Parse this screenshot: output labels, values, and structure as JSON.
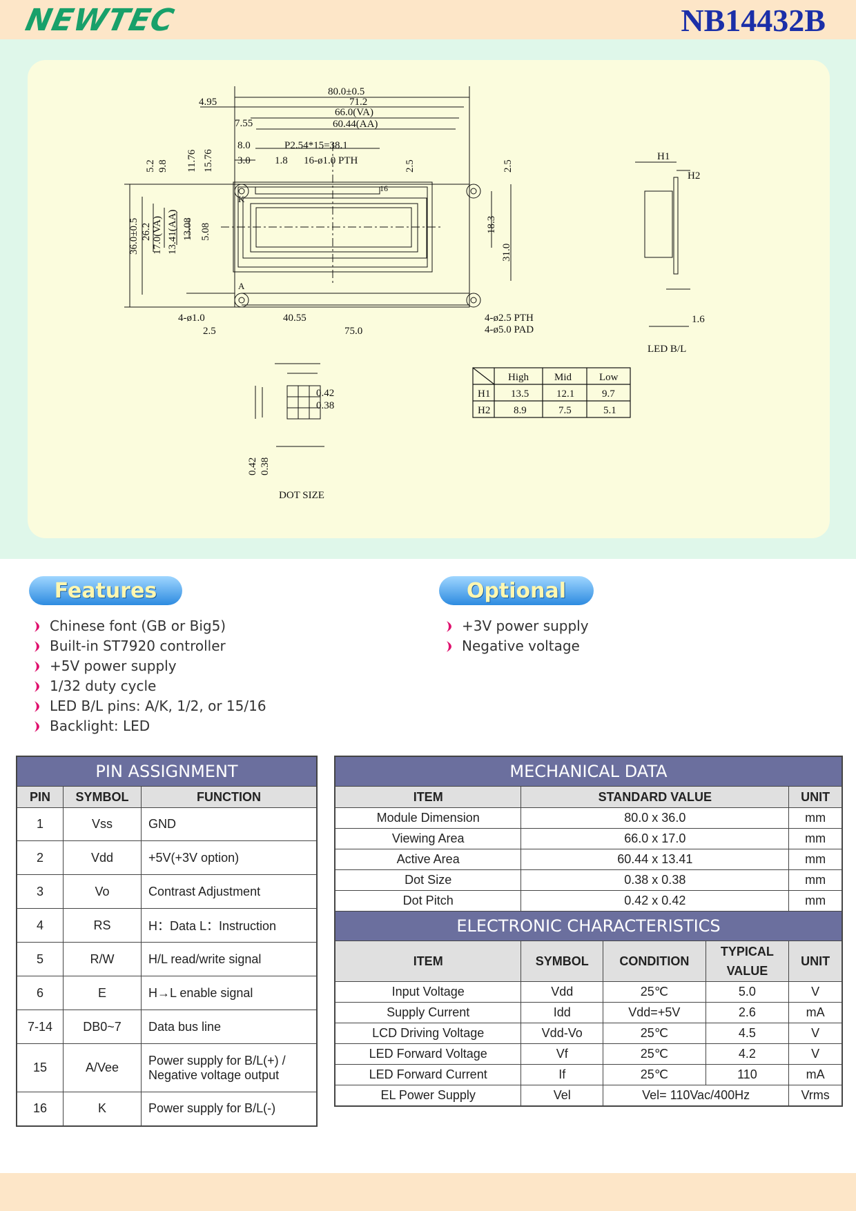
{
  "header": {
    "logo": "NEWTEC",
    "model": "NB14432B"
  },
  "drawing": {
    "dims": {
      "overall_w": "80.0±0.5",
      "w_712": "71.2",
      "va_w": "66.0(VA)",
      "aa_w": "60.44(AA)",
      "d495": "4.95",
      "d755": "7.55",
      "d80": "8.0",
      "pitch": "P2.54*15=38.1",
      "d30": "3.0",
      "d18": "1.8",
      "pth16": "16-ø1.0 PTH",
      "d25a": "2.5",
      "d25b": "2.5",
      "d52": "5.2",
      "d98": "9.8",
      "d1176": "11.76",
      "d1576": "15.76",
      "overall_h": "36.0±0.5",
      "d262": "26.2",
      "va_h": "17.0(VA)",
      "aa_h": "13.41(AA)",
      "d1308": "13.08",
      "d508": "5.08",
      "d183": "18.3",
      "d310": "31.0",
      "holes": "4-ø1.0",
      "d4055": "40.55",
      "d25c": "2.5",
      "d750": "75.0",
      "pth4": "4-ø2.5 PTH",
      "pad4": "4-ø5.0 PAD",
      "pin16": "16",
      "pin_k": "K",
      "pin_a": "A",
      "h1": "H1",
      "h2": "H2",
      "d16": "1.6",
      "ledbl": "LED B/L",
      "dot042a": "0.42",
      "dot038a": "0.38",
      "dot042b": "0.42",
      "dot038b": "0.38",
      "dotsize": "DOT SIZE"
    },
    "h_table": {
      "cols": [
        "High",
        "Mid",
        "Low"
      ],
      "rows": [
        {
          "label": "H1",
          "vals": [
            "13.5",
            "12.1",
            "9.7"
          ]
        },
        {
          "label": "H2",
          "vals": [
            "8.9",
            "7.5",
            "5.1"
          ]
        }
      ]
    }
  },
  "features": {
    "title": "Features",
    "items": [
      "Chinese font (GB or Big5)",
      "Built-in ST7920 controller",
      "+5V power supply",
      "1/32 duty cycle",
      "LED B/L pins: A/K, 1/2, or 15/16",
      "Backlight: LED"
    ]
  },
  "optional": {
    "title": "Optional",
    "items": [
      "+3V power supply",
      "Negative voltage"
    ]
  },
  "pins": {
    "title": "PIN ASSIGNMENT",
    "headers": [
      "PIN",
      "SYMBOL",
      "FUNCTION"
    ],
    "rows": [
      [
        "1",
        "Vss",
        "GND"
      ],
      [
        "2",
        "Vdd",
        "+5V(+3V option)"
      ],
      [
        "3",
        "Vo",
        "Contrast Adjustment"
      ],
      [
        "4",
        "RS",
        "H：Data L：Instruction"
      ],
      [
        "5",
        "R/W",
        "H/L read/write signal"
      ],
      [
        "6",
        "E",
        "H→L enable signal"
      ],
      [
        "7-14",
        "DB0~7",
        "Data bus line"
      ],
      [
        "15",
        "A/Vee",
        "Power supply for B/L(+) / Negative voltage output"
      ],
      [
        "16",
        "K",
        "Power supply for B/L(-)"
      ]
    ]
  },
  "mech": {
    "title": "MECHANICAL DATA",
    "headers": [
      "ITEM",
      "STANDARD VALUE",
      "UNIT"
    ],
    "rows": [
      [
        "Module Dimension",
        "80.0 x 36.0",
        "mm"
      ],
      [
        "Viewing Area",
        "66.0 x 17.0",
        "mm"
      ],
      [
        "Active Area",
        "60.44 x 13.41",
        "mm"
      ],
      [
        "Dot Size",
        "0.38 x 0.38",
        "mm"
      ],
      [
        "Dot Pitch",
        "0.42 x 0.42",
        "mm"
      ]
    ]
  },
  "elec": {
    "title": "ELECTRONIC CHARACTERISTICS",
    "headers": [
      "ITEM",
      "SYMBOL",
      "CONDITION",
      "TYPICAL VALUE",
      "UNIT"
    ],
    "rows": [
      [
        "Input Voltage",
        "Vdd",
        "25℃",
        "5.0",
        "V"
      ],
      [
        "Supply Current",
        "Idd",
        "Vdd=+5V",
        "2.6",
        "mA"
      ],
      [
        "LCD Driving Voltage",
        "Vdd-Vo",
        "25℃",
        "4.5",
        "V"
      ],
      [
        "LED Forward Voltage",
        "Vf",
        "25℃",
        "4.2",
        "V"
      ],
      [
        "LED Forward Current",
        "If",
        "25℃",
        "110",
        "mA"
      ]
    ],
    "last_row": [
      "EL Power Supply",
      "Vel",
      "Vel= 110Vac/400Hz",
      "Vrms"
    ]
  },
  "colors": {
    "header_bg": "#fde6c8",
    "panel_green": "#dff7ea",
    "panel_cream": "#fbfcdd",
    "table_header": "#6b6f9e",
    "bullet": "#e0136f",
    "logo": "#18a06a",
    "model": "#1b2fa8"
  }
}
